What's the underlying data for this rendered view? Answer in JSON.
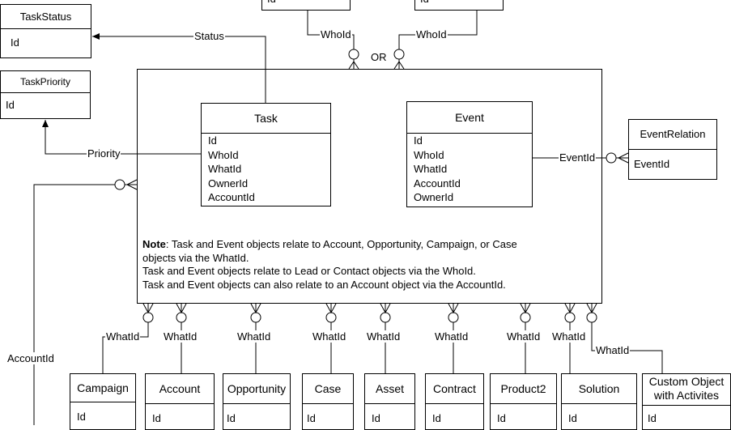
{
  "entities": {
    "task_status": {
      "title": "TaskStatus",
      "fields": [
        "Id"
      ]
    },
    "task_priority": {
      "title": "TaskPriority",
      "fields": [
        "Id"
      ]
    },
    "task": {
      "title": "Task",
      "fields": [
        "Id",
        "WhoId",
        "WhatId",
        "OwnerId",
        "AccountId"
      ]
    },
    "event": {
      "title": "Event",
      "fields": [
        "Id",
        "WhoId",
        "WhatId",
        "AccountId",
        "OwnerId"
      ]
    },
    "event_relation": {
      "title": "EventRelation",
      "fields": [
        "EventId"
      ]
    },
    "top_left_partial": {
      "fields": [
        "Id"
      ]
    },
    "top_right_partial": {
      "fields": [
        "Id"
      ]
    },
    "campaign": {
      "title": "Campaign",
      "fields": [
        "Id"
      ]
    },
    "account": {
      "title": "Account",
      "fields": [
        "Id"
      ]
    },
    "opportunity": {
      "title": "Opportunity",
      "fields": [
        "Id"
      ]
    },
    "case": {
      "title": "Case",
      "fields": [
        "Id"
      ]
    },
    "asset": {
      "title": "Asset",
      "fields": [
        "Id"
      ]
    },
    "contract": {
      "title": "Contract",
      "fields": [
        "Id"
      ]
    },
    "product2": {
      "title": "Product2",
      "fields": [
        "Id"
      ]
    },
    "solution": {
      "title": "Solution",
      "fields": [
        "Id"
      ]
    },
    "custom_object": {
      "title_line1": "Custom Object",
      "title_line2": "with Activites",
      "fields": [
        "Id"
      ]
    }
  },
  "relations": {
    "status": "Status",
    "priority": "Priority",
    "whoid_left": "WhoId",
    "whoid_right": "WhoId",
    "or": "OR",
    "event_id": "EventId",
    "account_id": "AccountId",
    "what_ids": [
      "WhatId",
      "WhatId",
      "WhatId",
      "WhatId",
      "WhatId",
      "WhatId",
      "WhatId",
      "WhatId",
      "WhatId"
    ]
  },
  "note": {
    "bold": "Note",
    "line1_rest": ": Task and Event objects relate to Account, Opportunity, Campaign, or Case",
    "line2": "objects via the WhatId.",
    "line3": "Task and Event objects relate to Lead or Contact objects via the WhoId.",
    "line4": "Task and Event objects can also relate to an Account object via the AccountId."
  }
}
